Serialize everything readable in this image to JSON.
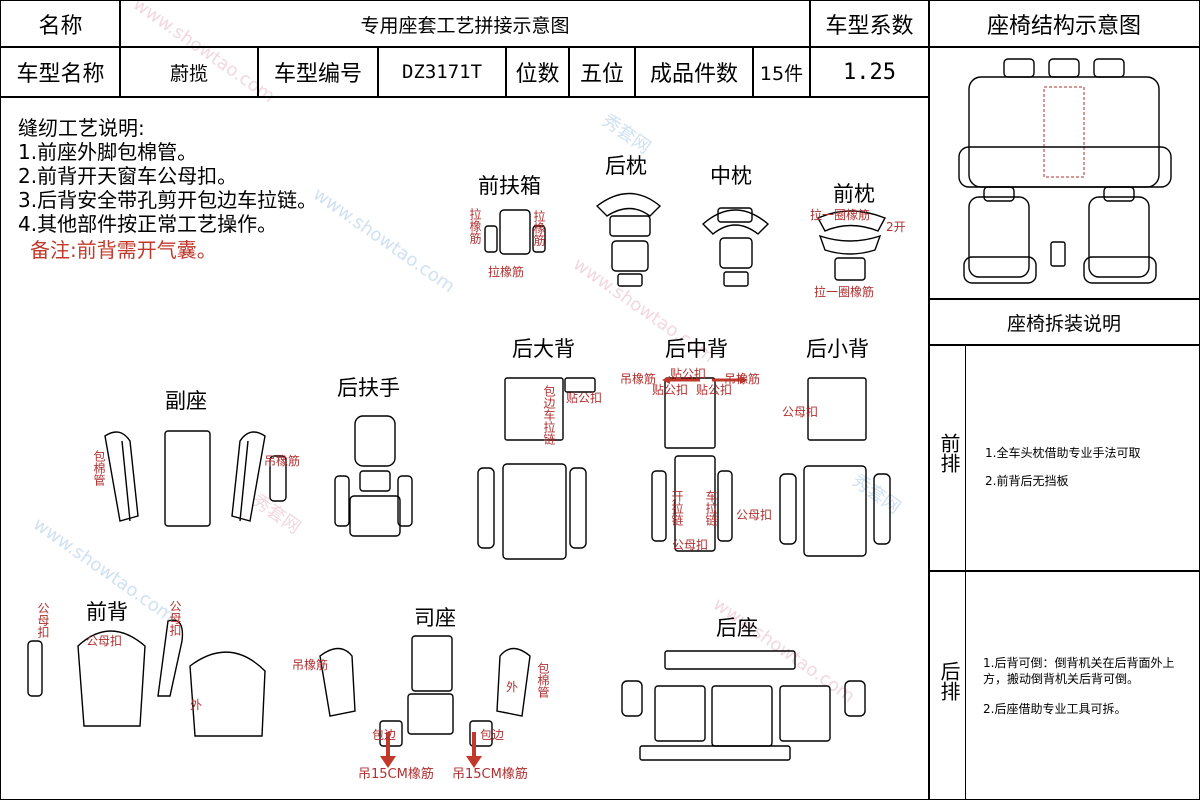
{
  "header": {
    "name_label": "名称",
    "doc_title": "专用座套工艺拼接示意图",
    "coef_label": "车型系数",
    "struct_title": "座椅结构示意图",
    "model_label": "车型名称",
    "model_value": "蔚揽",
    "code_label": "车型编号",
    "code_value": "DZ3171T",
    "seats_label": "位数",
    "seats_value": "五位",
    "pieces_label": "成品件数",
    "pieces_value": "15件",
    "coef_value": "1.25"
  },
  "notes": {
    "title": "缝纫工艺说明:",
    "items": [
      "1.前座外脚包棉管。",
      "2.前背开天窗车公母扣。",
      "3.后背安全带孔剪开包边车拉链。",
      "4.其他部件按正常工艺操作。"
    ],
    "remark": "备注:前背需开气囊。"
  },
  "right_panel": {
    "removal_title": "座椅拆装说明",
    "front_row": "前排",
    "front_notes": [
      "1.全车头枕借助专业手法可取",
      "2.前背后无挡板"
    ],
    "rear_row": "后排",
    "rear_notes": [
      "1.后背可倒：倒背机关在后背面外上方，搬动倒背机关后背可倒。",
      "2.后座借助专业工具可拆。"
    ]
  },
  "sections": {
    "front_armrest_box": "前扶箱",
    "rear_pillow": "后枕",
    "middle_pillow": "中枕",
    "front_pillow": "前枕",
    "passenger_seat": "副座",
    "rear_armrest": "后扶手",
    "rear_big_back": "后大背",
    "rear_middle_back": "后中背",
    "rear_small_back": "后小背",
    "front_back": "前背",
    "driver_seat": "司座",
    "rear_seat": "后座"
  },
  "annotations": {
    "pull_elastic": "拉橡筋",
    "pull_one_ring_elastic": "拉一圈橡筋",
    "two_openings": "2开",
    "cotton_tube": "包棉管",
    "hang_elastic": "吊橡筋",
    "wrap_edge_zipper": "包边车拉链",
    "stick_snap": "贴公扣",
    "stick_female_snap": "贴公扣",
    "male_female_snap": "公母扣",
    "cut_zipper": "开拉链",
    "sew_zipper": "车拉链",
    "outer": "外",
    "wrap_edge": "包边",
    "hang_15cm": "吊15CM橡筋"
  },
  "watermark": {
    "brand": "秀套网",
    "url": "www.showtao.com"
  }
}
